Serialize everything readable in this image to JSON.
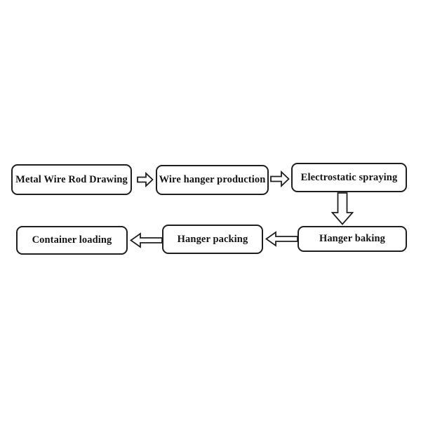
{
  "diagram": {
    "type": "flowchart",
    "background_color": "#ffffff",
    "box_fill_color": "#ffffff",
    "box_border_color": "#1f1f1f",
    "text_color": "#141414",
    "nodes": [
      {
        "id": "metal-wire-rod-drawing",
        "label": "Metal Wire Rod Drawing",
        "row": 1,
        "col": 1
      },
      {
        "id": "wire-hanger-production",
        "label": "Wire hanger production",
        "row": 1,
        "col": 2
      },
      {
        "id": "electrostatic-spraying",
        "label": "Electrostatic spraying",
        "row": 1,
        "col": 3
      },
      {
        "id": "hanger-baking",
        "label": "Hanger baking",
        "row": 2,
        "col": 3
      },
      {
        "id": "hanger-packing",
        "label": "Hanger packing",
        "row": 2,
        "col": 2
      },
      {
        "id": "container-loading",
        "label": "Container loading",
        "row": 2,
        "col": 1
      }
    ],
    "edges": [
      {
        "from": "Metal Wire Rod Drawing",
        "to": "Wire hanger production",
        "direction": "right",
        "style": "hollow-block-arrow"
      },
      {
        "from": "Wire hanger production",
        "to": "Electrostatic spraying",
        "direction": "right",
        "style": "hollow-block-arrow"
      },
      {
        "from": "Electrostatic spraying",
        "to": "Hanger baking",
        "direction": "down",
        "style": "hollow-block-arrow"
      },
      {
        "from": "Hanger baking",
        "to": "Hanger packing",
        "direction": "left",
        "style": "hollow-block-arrow"
      },
      {
        "from": "Hanger packing",
        "to": "Container loading",
        "direction": "left",
        "style": "hollow-block-arrow"
      }
    ]
  }
}
